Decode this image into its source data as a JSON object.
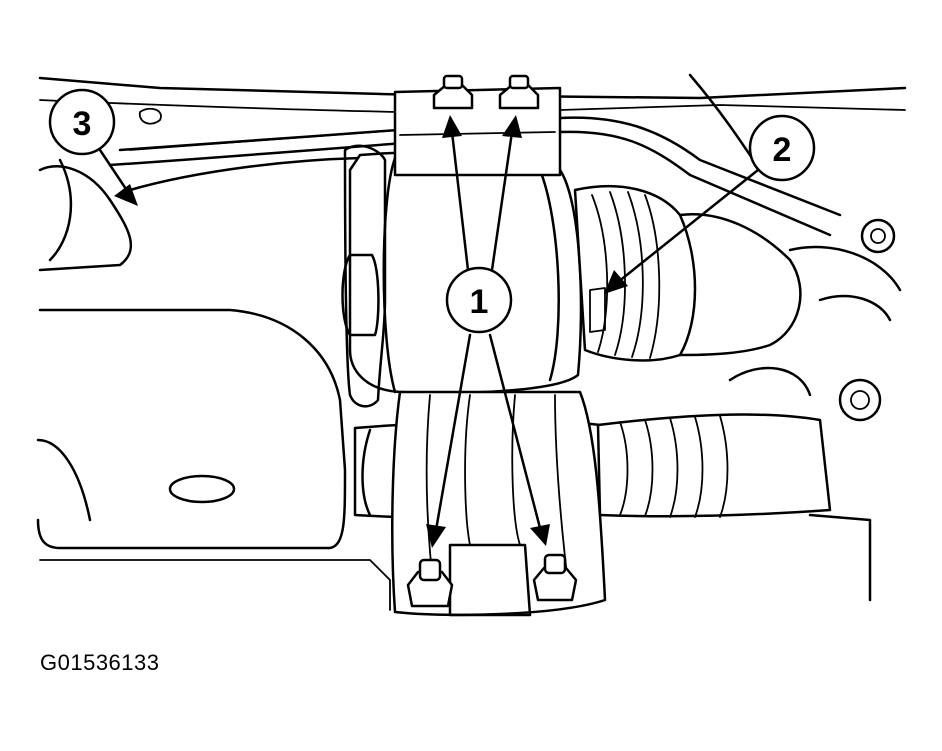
{
  "figure": {
    "code": "G01536133"
  },
  "callouts": [
    {
      "label": "1"
    },
    {
      "label": "2"
    },
    {
      "label": "3"
    }
  ],
  "colors": {
    "line": "#000000",
    "background": "#ffffff"
  }
}
